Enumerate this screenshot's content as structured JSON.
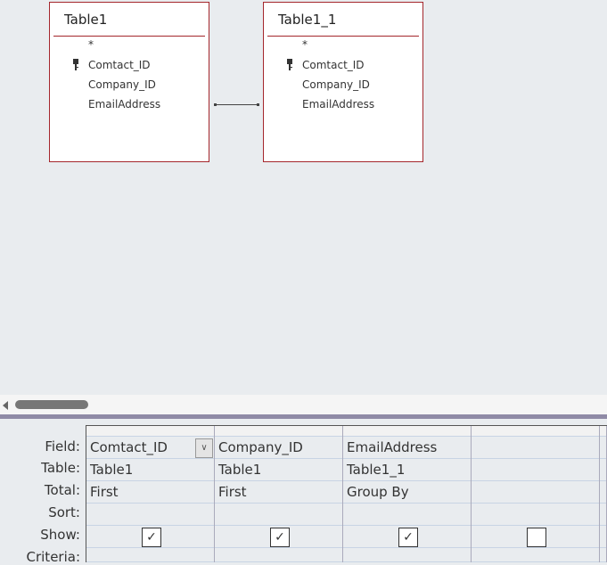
{
  "tables": [
    {
      "title": "Table1",
      "fields": [
        "*",
        "Comtact_ID",
        "Company_ID",
        "EmailAddress"
      ],
      "key_field": "Comtact_ID"
    },
    {
      "title": "Table1_1",
      "fields": [
        "*",
        "Comtact_ID",
        "Company_ID",
        "EmailAddress"
      ],
      "key_field": "Comtact_ID"
    }
  ],
  "grid": {
    "row_labels": [
      "Field:",
      "Table:",
      "Total:",
      "Sort:",
      "Show:",
      "Criteria:"
    ],
    "columns": [
      {
        "field": "Comtact_ID",
        "table": "Table1",
        "total": "First",
        "sort": "",
        "show": true,
        "dropdown": true
      },
      {
        "field": "Company_ID",
        "table": "Table1",
        "total": "First",
        "sort": "",
        "show": true
      },
      {
        "field": "EmailAddress",
        "table": "Table1_1",
        "total": "Group By",
        "sort": "",
        "show": true
      },
      {
        "field": "",
        "table": "",
        "total": "",
        "sort": "",
        "show": false
      },
      {
        "field": "",
        "table": "",
        "total": "",
        "sort": "",
        "empty": true
      }
    ]
  },
  "colors": {
    "table_border": "#a4262c",
    "splitter": "#8f8aa6"
  }
}
